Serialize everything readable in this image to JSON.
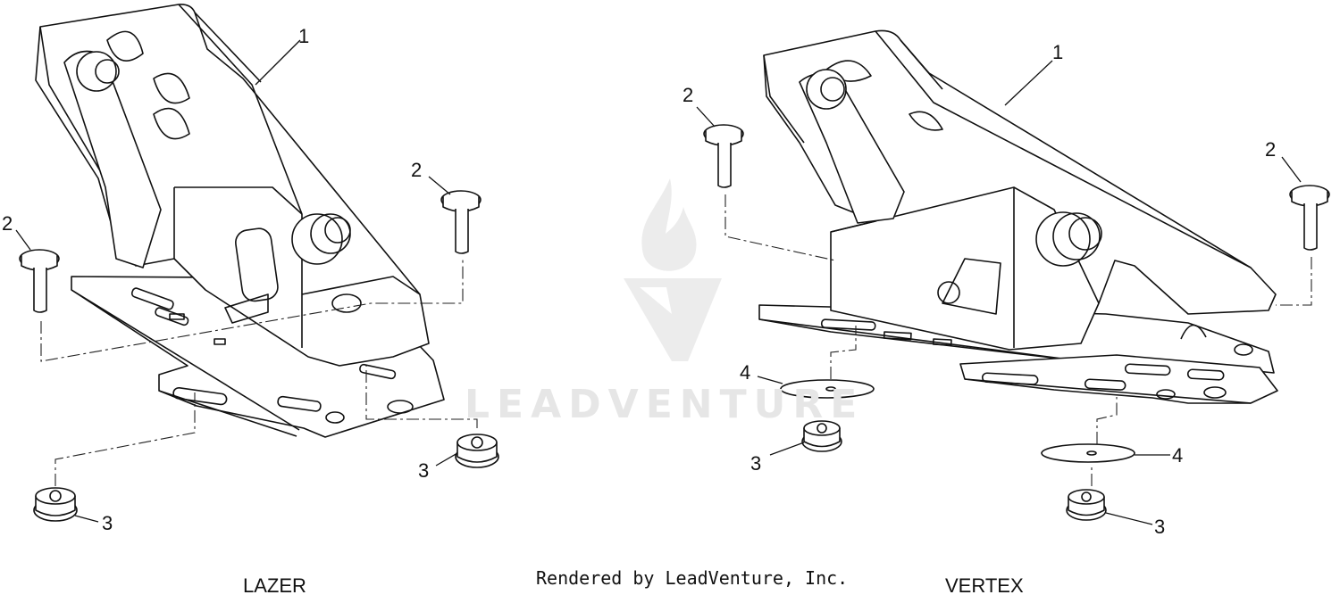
{
  "diagram": {
    "left_title": "LAZER",
    "right_title": "VERTEX",
    "footer": "Rendered by LeadVenture, Inc.",
    "watermark": "LEADVENTURE",
    "callouts": {
      "lazer": [
        "1",
        "2",
        "2",
        "3",
        "3"
      ],
      "vertex": [
        "1",
        "2",
        "2",
        "4",
        "4",
        "3",
        "3"
      ]
    }
  }
}
